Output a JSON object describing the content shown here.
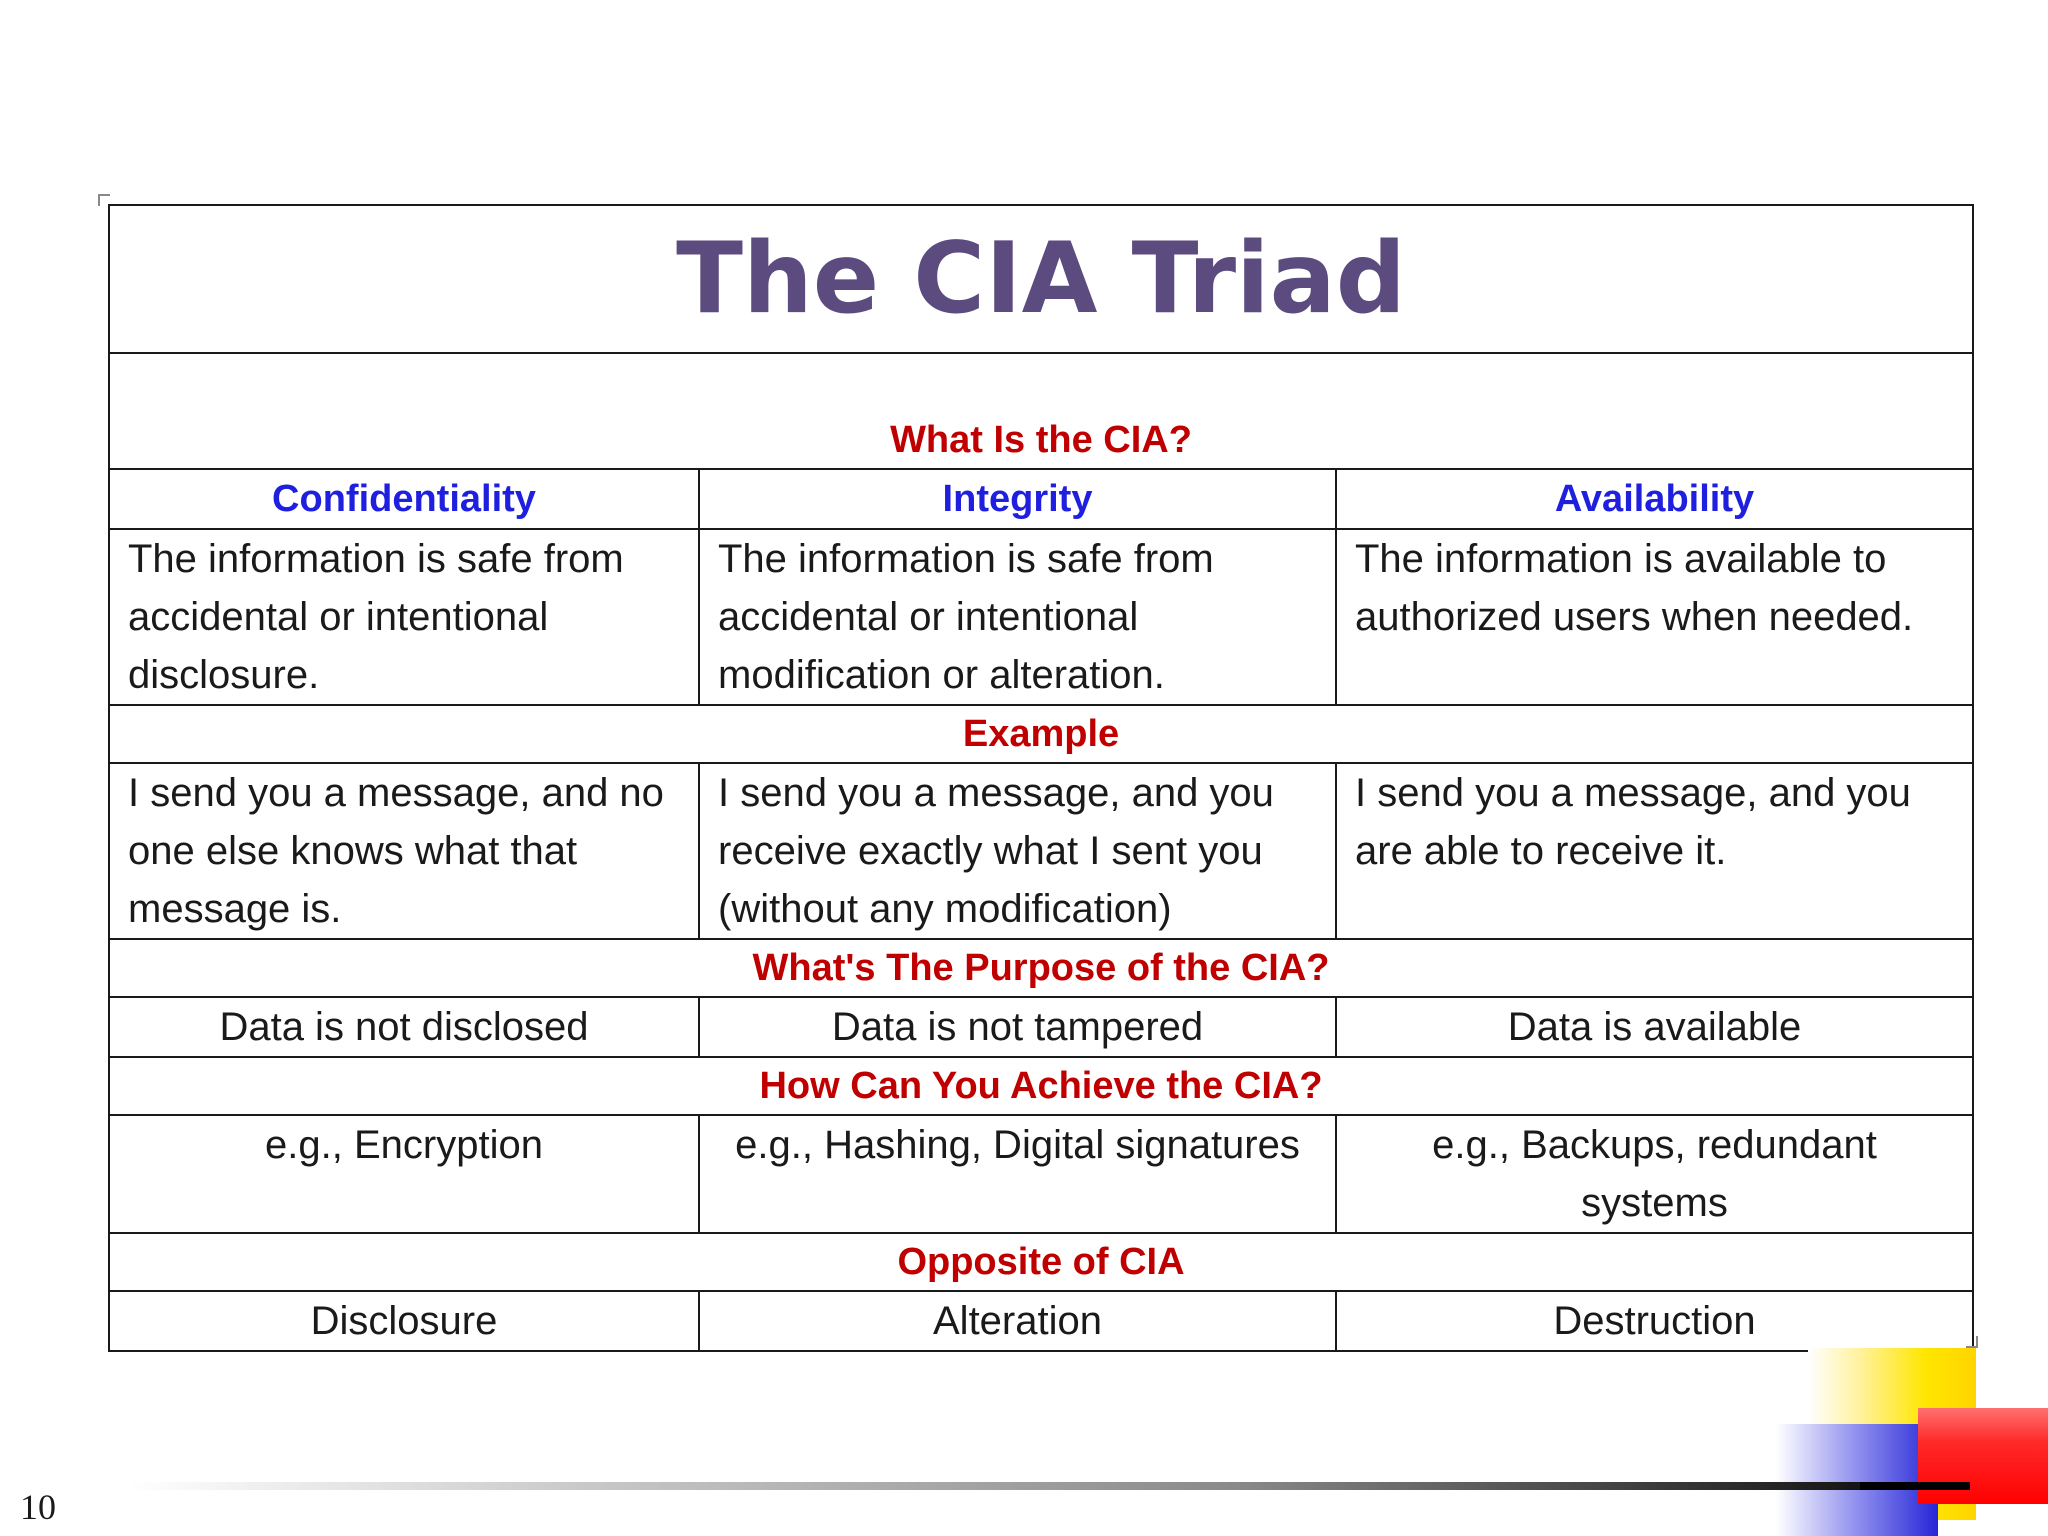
{
  "title": "The CIA Triad",
  "sections": {
    "what": "What Is the CIA?",
    "example": "Example",
    "purpose": "What's The Purpose of the CIA?",
    "achieve": "How Can You Achieve the CIA?",
    "opposite": "Opposite of CIA"
  },
  "columns": [
    "Confidentiality",
    "Integrity",
    "Availability"
  ],
  "descriptions": [
    "The information is safe from accidental or intentional disclosure.",
    "The information is safe from accidental or intentional modification or alteration.",
    "The information is available to authorized users when needed."
  ],
  "examples": [
    "I send you a message, and no one else knows what that message is.",
    "I send you a message, and you receive exactly what I sent you (without any modification)",
    "I send you a message, and you are able to receive it."
  ],
  "purposes": [
    "Data is not disclosed",
    "Data is not tampered",
    "Data is available"
  ],
  "achievements": [
    "e.g., Encryption",
    "e.g., Hashing, Digital signatures",
    "e.g., Backups, redundant systems"
  ],
  "opposites": [
    "Disclosure",
    "Alteration",
    "Destruction"
  ],
  "slide_number": "10",
  "colors": {
    "title": "#5b4b7e",
    "section_heading": "#c00000",
    "column_heading": "#1f1fe0",
    "text": "#1a1a1a"
  }
}
